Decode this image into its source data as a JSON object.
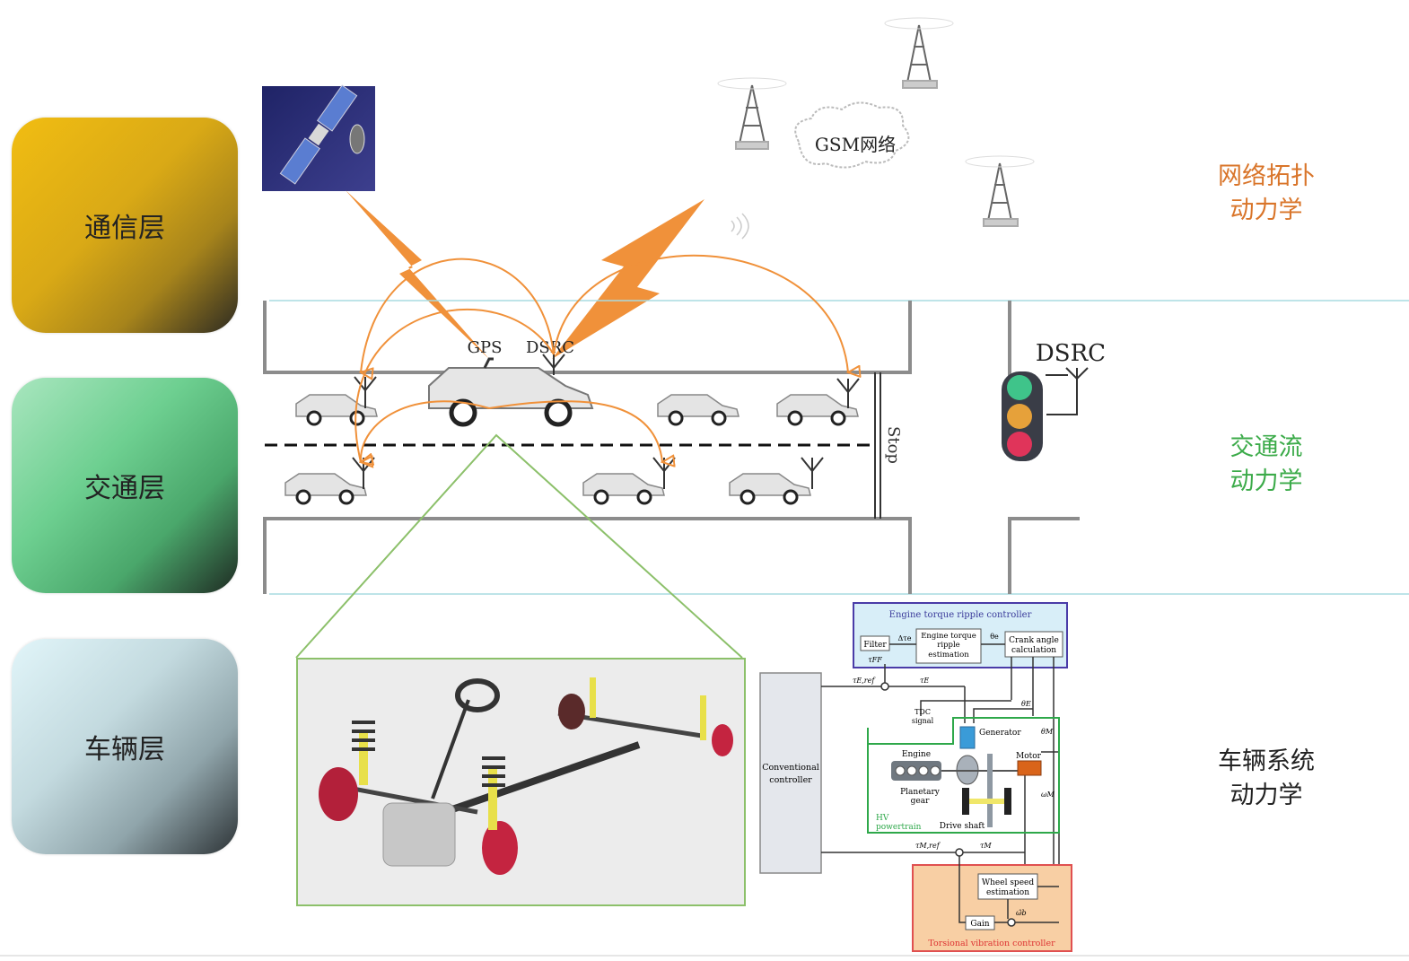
{
  "layers": {
    "communication": {
      "label": "通信层",
      "dynamics": [
        "网络拓扑",
        "动力学"
      ],
      "dynamics_color": "#d9752a"
    },
    "traffic": {
      "label": "交通层",
      "dynamics": [
        "交通流",
        "动力学"
      ],
      "dynamics_color": "#3cab4a"
    },
    "vehicle": {
      "label": "车辆层",
      "dynamics": [
        "车辆系统",
        "动力学"
      ],
      "dynamics_color": "#222222"
    }
  },
  "network": {
    "cloud_label": "GSM网络",
    "tower_count": 3,
    "link_color": "#f0913a"
  },
  "road": {
    "gps_label": "GPS",
    "dsrc_label": "DSRC",
    "stop_label": "Stop",
    "signal_dsrc_label": "DSRC",
    "cars_top_lane": 4,
    "cars_bottom_lane": 3
  },
  "controller_diagram": {
    "engine_ripple": {
      "title": "Engine torque ripple controller",
      "filter": "Filter",
      "estimation": [
        "Engine torque",
        "ripple",
        "estimation"
      ],
      "crank": [
        "Crank angle",
        "calculation"
      ],
      "delta_tau": "Δτe",
      "theta_e": "θe",
      "tau_ff": "τFF"
    },
    "conventional": [
      "Conventional",
      "controller"
    ],
    "signals": {
      "tau_e_ref": "τE,ref",
      "tau_e": "τE",
      "theta_E": "θE",
      "theta_M": "θM",
      "omega_M": "ωM",
      "tau_m_ref": "τM,ref",
      "tau_m": "τM",
      "omega_b": "ω̂b",
      "tdc": [
        "TDC",
        "signal"
      ]
    },
    "powertrain": {
      "label": [
        "HV",
        "powertrain"
      ],
      "engine": "Engine",
      "generator": "Generator",
      "motor": "Motor",
      "planetary": [
        "Planetary",
        "gear"
      ],
      "drive_shaft": "Drive shaft"
    },
    "torsional": {
      "title": "Torsional vibration controller",
      "wheel_speed": [
        "Wheel speed",
        "estimation"
      ],
      "gain": "Gain"
    }
  }
}
